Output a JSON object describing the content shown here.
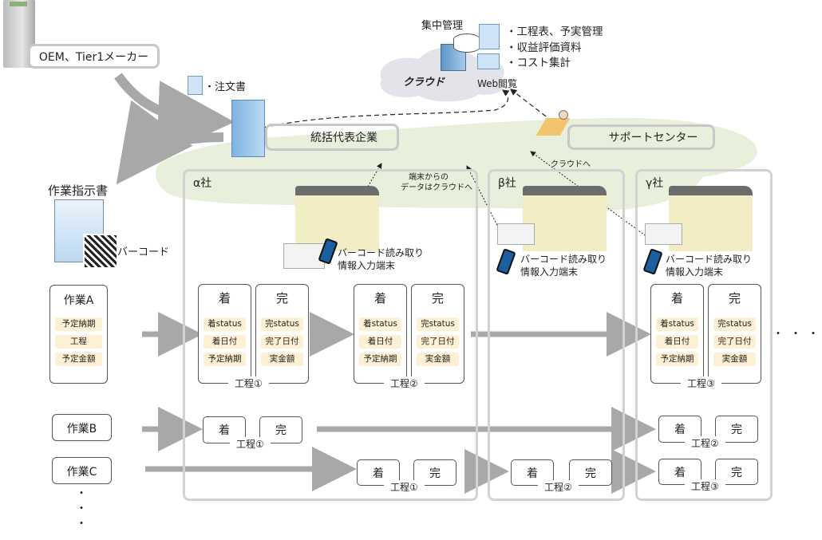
{
  "top": {
    "oem_label": "OEM、Tier1メーカー",
    "order_doc_label": "・注文書",
    "integrator_label": "統括代表企業",
    "support_label": "サポートセンター",
    "cloud_label": "クラウド",
    "central_label": "集中管理",
    "web_label": "Web閲覧",
    "cloud_items": [
      "・工程表、予実管理",
      "・収益評価資料",
      "・コスト集計"
    ],
    "to_cloud_label": "クラウドへ",
    "terminal_to_cloud_label": [
      "端末からの",
      "データはクラウドへ"
    ]
  },
  "instructions": {
    "title": "作業指示書",
    "barcode_label": "バーコード"
  },
  "companies": [
    {
      "name": "α社",
      "terminal": [
        "バーコード読み取り",
        "情報入力端末"
      ]
    },
    {
      "name": "β社",
      "terminal": [
        "バーコード読み取り",
        "情報入力端末"
      ]
    },
    {
      "name": "γ社",
      "terminal": [
        "バーコード読み取り",
        "情報入力端末"
      ]
    }
  ],
  "taskA": {
    "title": "作業A",
    "fields": [
      "予定納期",
      "工程",
      "予定金額"
    ]
  },
  "arrive_col": {
    "title": "着",
    "fields": [
      "着status",
      "着日付",
      "予定納期"
    ]
  },
  "complete_col": {
    "title": "完",
    "fields": [
      "完status",
      "完了日付",
      "実金額"
    ]
  },
  "process_labels": [
    "工程①",
    "工程②",
    "工程③"
  ],
  "taskB": {
    "title": "作業B"
  },
  "taskC": {
    "title": "作業C"
  },
  "arrive_short": "着",
  "complete_short": "完",
  "continuation": "・・・",
  "vertical_dots": "・",
  "colors": {
    "cloud_green": "#e8f0dc",
    "cloud_gray": "#e3e3ea",
    "field_bg": "#fdf0d4",
    "arrow_gray": "#a8a8a8",
    "box_border": "#c8c8c8"
  }
}
